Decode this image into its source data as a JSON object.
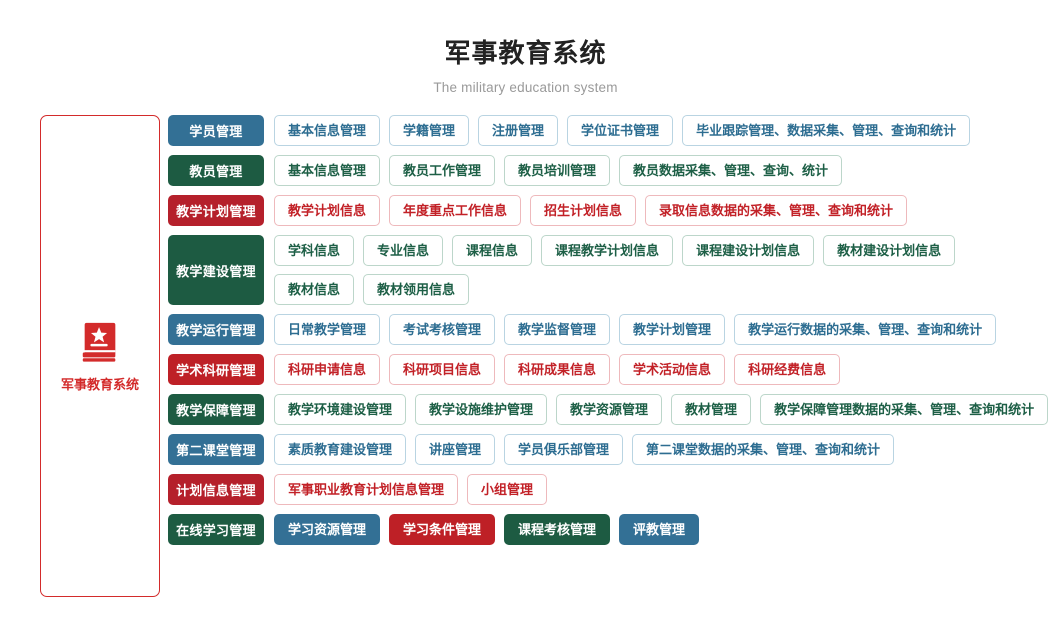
{
  "header": {
    "title": "军事教育系统",
    "subtitle": "The military education system"
  },
  "sidebar": {
    "icon": "book-star-icon",
    "label": "军事教育系统",
    "border_color": "#d32b2b",
    "icon_color": "#d32b2b"
  },
  "colors": {
    "blue": "#337095",
    "green": "#1d5b42",
    "red": "#b5202b",
    "red_bright": "#be2026",
    "blue_text": "#2d6d91",
    "green_text": "#1d5f46",
    "red_text": "#c22127"
  },
  "rows": [
    {
      "category": "学员管理",
      "color": "blue",
      "style": "outline",
      "lines": [
        [
          "基本信息管理",
          "学籍管理",
          "注册管理",
          "学位证书管理",
          "毕业跟踪管理、数据采集、管理、查询和统计"
        ]
      ]
    },
    {
      "category": "教员管理",
      "color": "green",
      "style": "outline",
      "lines": [
        [
          "基本信息管理",
          "教员工作管理",
          "教员培训管理",
          "教员数据采集、管理、查询、统计"
        ]
      ]
    },
    {
      "category": "教学计划管理",
      "color": "red",
      "style": "outline",
      "lines": [
        [
          "教学计划信息",
          "年度重点工作信息",
          "招生计划信息",
          "录取信息数据的采集、管理、查询和统计"
        ]
      ]
    },
    {
      "category": "教学建设管理",
      "color": "green",
      "style": "outline",
      "lines": [
        [
          "学科信息",
          "专业信息",
          "课程信息",
          "课程教学计划信息",
          "课程建设计划信息",
          "教材建设计划信息"
        ],
        [
          "教材信息",
          "教材领用信息"
        ]
      ]
    },
    {
      "category": "教学运行管理",
      "color": "blue",
      "style": "outline",
      "lines": [
        [
          "日常教学管理",
          "考试考核管理",
          "教学监督管理",
          "教学计划管理",
          "教学运行数据的采集、管理、查询和统计"
        ]
      ]
    },
    {
      "category": "学术科研管理",
      "color": "red_bright",
      "style": "outline",
      "lines": [
        [
          "科研申请信息",
          "科研项目信息",
          "科研成果信息",
          "学术活动信息",
          "科研经费信息"
        ]
      ]
    },
    {
      "category": "教学保障管理",
      "color": "green",
      "style": "outline",
      "lines": [
        [
          "教学环境建设管理",
          "教学设施维护管理",
          "教学资源管理",
          "教材管理",
          "教学保障管理数据的采集、管理、查询和统计"
        ]
      ]
    },
    {
      "category": "第二课堂管理",
      "color": "blue",
      "style": "outline",
      "lines": [
        [
          "素质教育建设管理",
          "讲座管理",
          "学员俱乐部管理",
          "第二课堂数据的采集、管理、查询和统计"
        ]
      ]
    },
    {
      "category": "计划信息管理",
      "color": "red",
      "style": "outline",
      "lines": [
        [
          "军事职业教育计划信息管理",
          "小组管理"
        ]
      ]
    },
    {
      "category": "在线学习管理",
      "color": "green",
      "style": "filled",
      "lines": [
        [
          "学习资源管理",
          "学习条件管理",
          "课程考核管理",
          "评教管理"
        ]
      ],
      "fill_colors": [
        "blue",
        "red_bright",
        "green",
        "blue"
      ]
    }
  ]
}
